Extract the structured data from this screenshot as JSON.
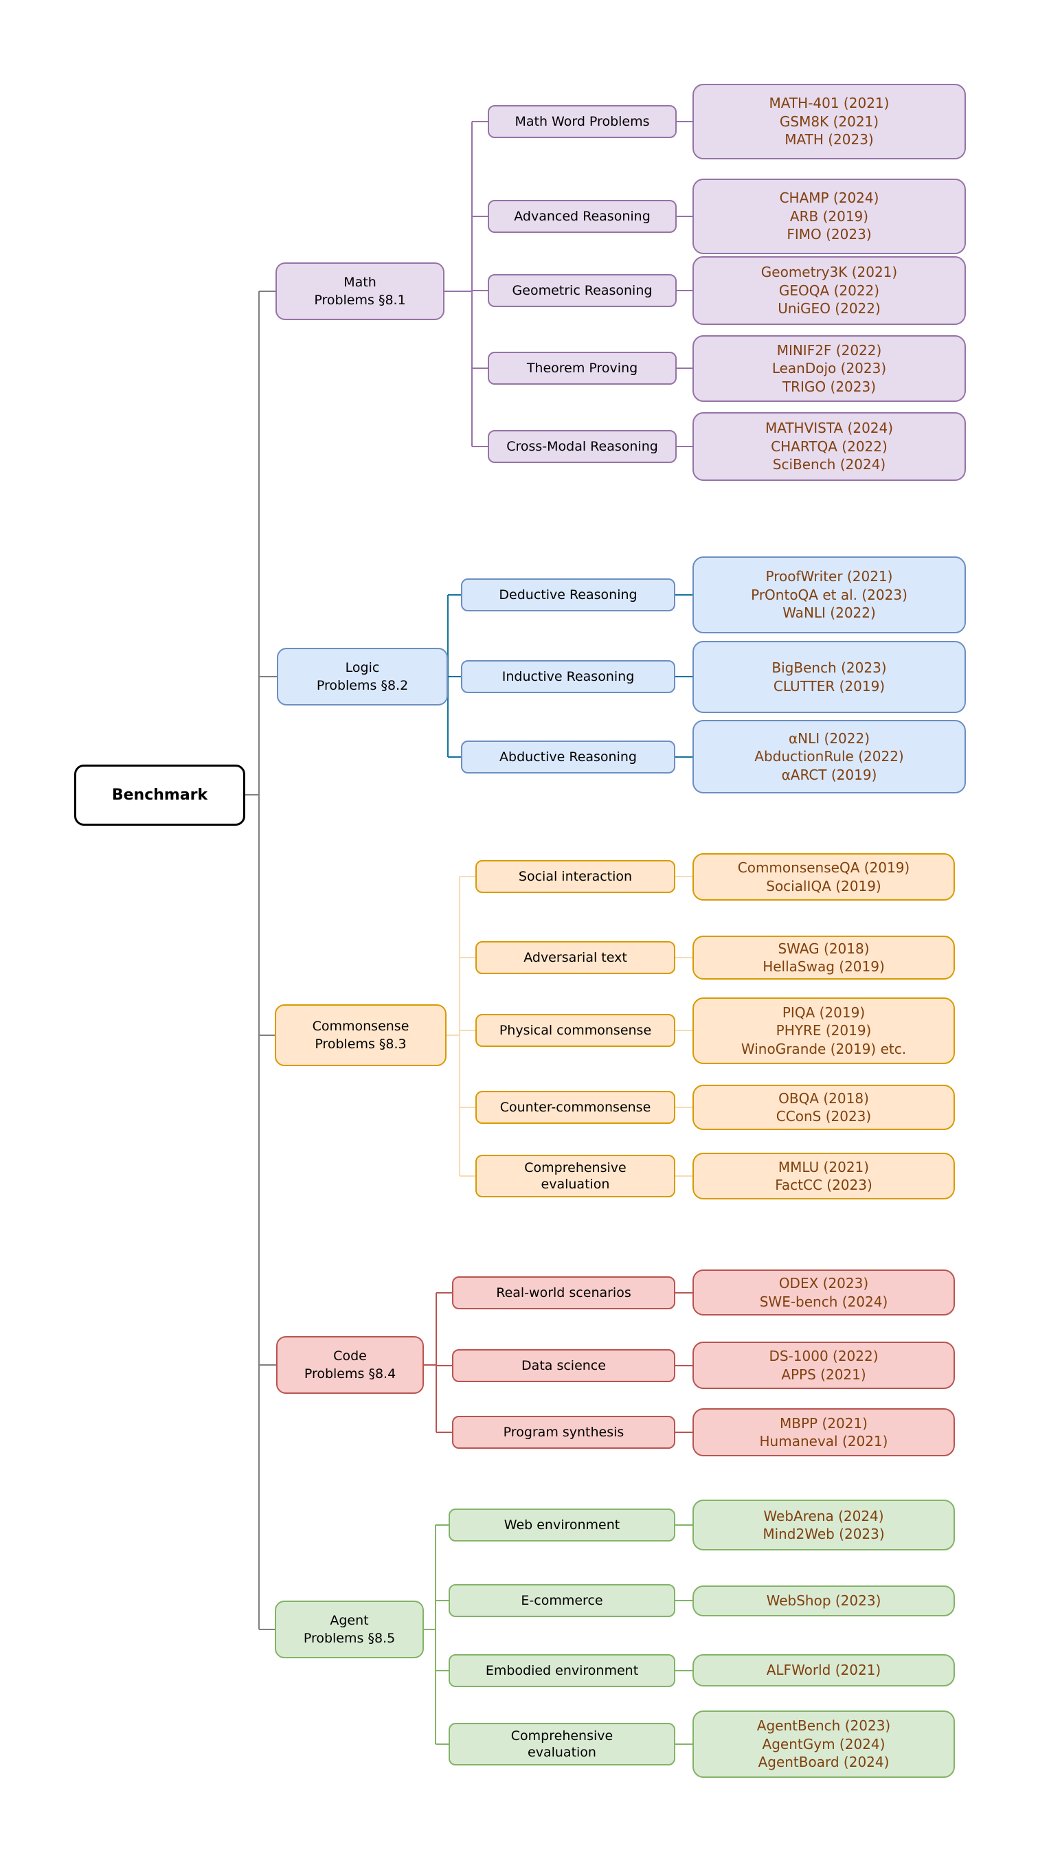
{
  "root": {
    "label": "Benchmark"
  },
  "palette": {
    "root_border": "#000000",
    "trunk_gray": "#7F7F7F",
    "math_fill": "#E7DBEE",
    "math_border": "#9673A6",
    "logic_fill": "#DAE8FC",
    "logic_border": "#6C8EBF",
    "logic_connector": "#10739E",
    "commonsense_fill": "#FFE6CC",
    "commonsense_border": "#D79B00",
    "commonsense_connector": "#F6DCB4",
    "code_fill": "#F8CECC",
    "code_border": "#B85450",
    "agent_fill": "#D9EAD3",
    "agent_border": "#82B366",
    "leaf_text": "#80400D"
  },
  "sections": [
    {
      "label": "Math\nProblems §8.1",
      "children": [
        {
          "label": "Math Word Problems",
          "items": [
            "MATH-401 (2021)",
            "GSM8K (2021)",
            "MATH (2023)"
          ]
        },
        {
          "label": "Advanced Reasoning",
          "items": [
            "CHAMP (2024)",
            "ARB (2019)",
            "FIMO (2023)"
          ]
        },
        {
          "label": "Geometric Reasoning",
          "items": [
            "Geometry3K (2021)",
            "GEOQA (2022)",
            "UniGEO (2022)"
          ]
        },
        {
          "label": "Theorem Proving",
          "items": [
            "MINIF2F (2022)",
            "LeanDojo (2023)",
            "TRIGO (2023)"
          ]
        },
        {
          "label": "Cross-Modal Reasoning",
          "items": [
            "MATHVISTA (2024)",
            "CHARTQA (2022)",
            "SciBench (2024)"
          ]
        }
      ]
    },
    {
      "label": "Logic\nProblems §8.2",
      "children": [
        {
          "label": "Deductive Reasoning",
          "items": [
            "ProofWriter (2021)",
            "PrOntoQA et al. (2023)",
            "WaNLI (2022)"
          ]
        },
        {
          "label": "Inductive Reasoning",
          "items": [
            "BigBench (2023)",
            "CLUTTER (2019)"
          ]
        },
        {
          "label": "Abductive Reasoning",
          "items": [
            "αNLI (2022)",
            "AbductionRule (2022)",
            "αARCT (2019)"
          ]
        }
      ]
    },
    {
      "label": "Commonsense\nProblems §8.3",
      "children": [
        {
          "label": "Social interaction",
          "items": [
            "CommonsenseQA (2019)",
            "SocialIQA (2019)"
          ]
        },
        {
          "label": "Adversarial text",
          "items": [
            "SWAG (2018)",
            "HellaSwag (2019)"
          ]
        },
        {
          "label": "Physical commonsense",
          "items": [
            "PIQA (2019)",
            "PHYRE (2019)",
            "WinoGrande (2019) etc."
          ]
        },
        {
          "label": "Counter-commonsense",
          "items": [
            "OBQA (2018)",
            "CConS (2023)"
          ]
        },
        {
          "label": "Comprehensive\nevaluation",
          "items": [
            "MMLU (2021)",
            "FactCC (2023)"
          ]
        }
      ]
    },
    {
      "label": "Code\nProblems §8.4",
      "children": [
        {
          "label": "Real-world scenarios",
          "items": [
            "ODEX (2023)",
            "SWE-bench (2024)"
          ]
        },
        {
          "label": "Data science",
          "items": [
            "DS-1000 (2022)",
            "APPS (2021)"
          ]
        },
        {
          "label": "Program synthesis",
          "items": [
            "MBPP (2021)",
            "Humaneval (2021)"
          ]
        }
      ]
    },
    {
      "label": "Agent\nProblems §8.5",
      "children": [
        {
          "label": "Web environment",
          "items": [
            "WebArena (2024)",
            "Mind2Web (2023)"
          ]
        },
        {
          "label": "E-commerce",
          "items": [
            "WebShop (2023)"
          ]
        },
        {
          "label": "Embodied environment",
          "items": [
            "ALFWorld (2021)"
          ]
        },
        {
          "label": "Comprehensive\nevaluation",
          "items": [
            "AgentBench (2023)",
            "AgentGym (2024)",
            "AgentBoard (2024)"
          ]
        }
      ]
    }
  ]
}
